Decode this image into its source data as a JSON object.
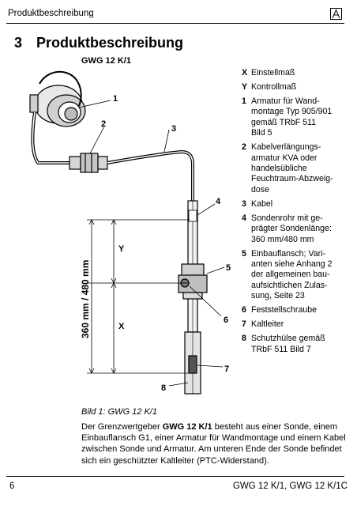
{
  "header": {
    "title": "Produktbeschreibung"
  },
  "section": {
    "number": "3",
    "title": "Produktbeschreibung"
  },
  "figure": {
    "label": "GWG 12 K/1",
    "callouts": [
      "1",
      "2",
      "3",
      "4",
      "5",
      "6",
      "7",
      "8"
    ],
    "dim_y": "Y",
    "dim_x": "X",
    "dim_total": "360 mm / 480 mm",
    "caption": "Bild 1: GWG 12 K/1"
  },
  "legend": [
    {
      "key": "X",
      "text": "Einstellmaß"
    },
    {
      "key": "Y",
      "text": "Kontrollmaß"
    },
    {
      "key": "1",
      "text": "Armatur für Wand-\nmontage Typ 905/901\ngemäß TRbF 511\nBild 5"
    },
    {
      "key": "2",
      "text": "Kabelverlängungs-\narmatur KVA oder\nhandelsübliche\nFeuchtraum-Abzweig-\ndose"
    },
    {
      "key": "3",
      "text": "Kabel"
    },
    {
      "key": "4",
      "text": "Sondenrohr mit ge-\nprägter Sondenlänge:\n360 mm/480 mm"
    },
    {
      "key": "5",
      "text": "Einbauflansch; Vari-\nanten siehe Anhang 2\nder allgemeinen bau-\naufsichtlichen Zulas-\nsung, Seite 23"
    },
    {
      "key": "6",
      "text": "Feststellschraube"
    },
    {
      "key": "7",
      "text": "Kaltleiter"
    },
    {
      "key": "8",
      "text": "Schutzhülse gemäß\nTRbF 511 Bild 7"
    }
  ],
  "body": {
    "pre": "Der Grenzwertgeber ",
    "bold": "GWG 12 K/1",
    "post": " besteht aus einer Sonde, einem Einbauflansch G1, einer Armatur für Wandmontage und einem Kabel zwischen Sonde und Armatur. Am unteren Ende der Sonde befindet sich ein geschützter Kaltleiter (PTC-Widerstand)."
  },
  "footer": {
    "page_number": "6",
    "title": "GWG 12 K/1, GWG 12 K/1C"
  }
}
